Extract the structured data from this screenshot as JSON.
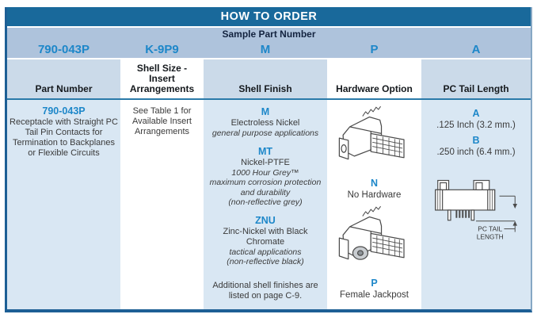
{
  "colors": {
    "title_bar": "#19699b",
    "sample_bg": "#aec3dc",
    "header_bg": "#cbdae9",
    "body_bg": "#d9e7f3",
    "accent_blue": "#1d87c9",
    "dark_border": "#1d5f95",
    "right_border": "#86a7c4",
    "divider": "#2b7aa9"
  },
  "title": "HOW TO ORDER",
  "sample": {
    "label": "Sample Part Number",
    "codes": [
      "790-043P",
      "K-9P9",
      "M",
      "P",
      "A"
    ]
  },
  "headers": [
    "Part Number",
    "Shell Size - Insert Arrangements",
    "Shell Finish",
    "Hardware Option",
    "PC Tail Length"
  ],
  "part_number": {
    "code": "790-043P",
    "description": "Receptacle with Straight PC Tail Pin Contacts for Termination to Backplanes or Flexible Circuits"
  },
  "insert": {
    "text": "See Table 1 for Available Insert Arrangements"
  },
  "shell_finish": {
    "options": [
      {
        "code": "M",
        "name": "Electroless Nickel",
        "notes": [
          "general purpose applications"
        ]
      },
      {
        "code": "MT",
        "name": "Nickel-PTFE",
        "notes": [
          "1000 Hour Grey™",
          "maximum corrosion protection and durability",
          "(non-reflective grey)"
        ]
      },
      {
        "code": "ZNU",
        "name": "Zinc-Nickel with Black Chromate",
        "notes": [
          "tactical applications",
          "(non-reflective black)"
        ]
      }
    ],
    "footnote": "Additional shell finishes are listed on page C-9."
  },
  "hardware": {
    "options": [
      {
        "code": "N",
        "label": "No Hardware"
      },
      {
        "code": "P",
        "label": "Female Jackpost"
      }
    ]
  },
  "pc_tail": {
    "options": [
      {
        "code": "A",
        "label": ".125 Inch (3.2 mm.)"
      },
      {
        "code": "B",
        "label": ".250 inch (6.4 mm.)"
      }
    ],
    "diagram": {
      "label_line1": "PC TAIL",
      "label_line2": "LENGTH"
    }
  }
}
